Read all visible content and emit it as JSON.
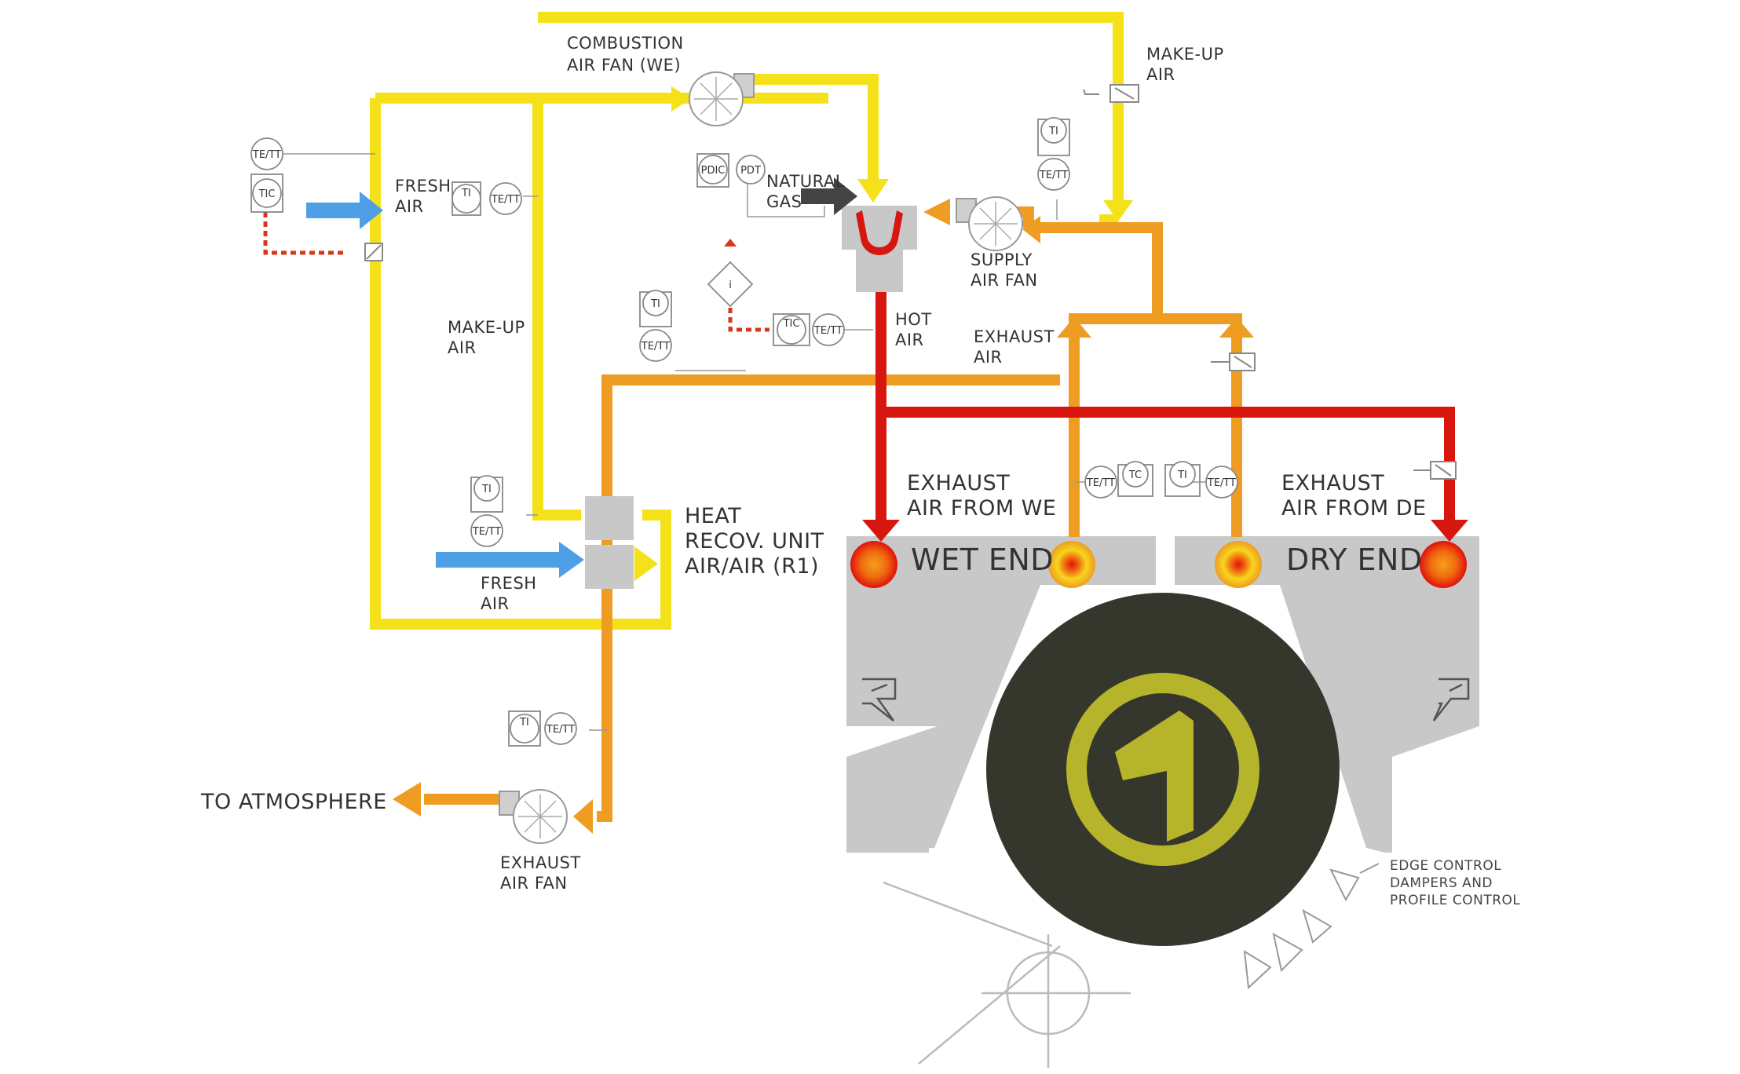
{
  "colors": {
    "fresh_air": "#f5e11a",
    "exhaust_air": "#ee9c22",
    "hot_air": "#d7160f",
    "fresh_air_inlet": "#4e9fe6",
    "dryer_hood": "#c8c8c8",
    "yankee_cylinder": "#35372d",
    "logo": "#b5b42b"
  },
  "labels": {
    "combustion_fan": [
      "COMBUSTION",
      "AIR FAN (WE)"
    ],
    "makeup_air_top": [
      "MAKE-UP",
      "AIR"
    ],
    "fresh_air_top": [
      "FRESH",
      "AIR"
    ],
    "natural_gas": [
      "NATURAL",
      "GAS"
    ],
    "supply_fan": [
      "SUPPLY",
      "AIR FAN"
    ],
    "makeup_air_left": [
      "MAKE-UP",
      "AIR"
    ],
    "hot_air": [
      "HOT",
      "AIR"
    ],
    "exhaust_air": [
      "EXHAUST",
      "AIR"
    ],
    "exhaust_we": [
      "EXHAUST",
      "AIR FROM WE"
    ],
    "exhaust_de": [
      "EXHAUST",
      "AIR FROM DE"
    ],
    "heat_recovery": [
      "HEAT",
      "RECOV. UNIT",
      "AIR/AIR (R1)"
    ],
    "fresh_air_bottom": [
      "FRESH",
      "AIR"
    ],
    "wet_end": "WET END",
    "dry_end": "DRY END",
    "to_atmosphere": "TO ATMOSPHERE",
    "exhaust_fan": [
      "EXHAUST",
      "AIR FAN"
    ],
    "edge_control": [
      "EDGE CONTROL",
      "DAMPERS AND",
      "PROFILE CONTROL"
    ]
  },
  "instruments": {
    "te_tt": "TE/TT",
    "tic": "TIC",
    "ti": "TI",
    "pdic": "PDIC",
    "pdt": "PDT",
    "tc": "TC",
    "indicator": "i"
  }
}
